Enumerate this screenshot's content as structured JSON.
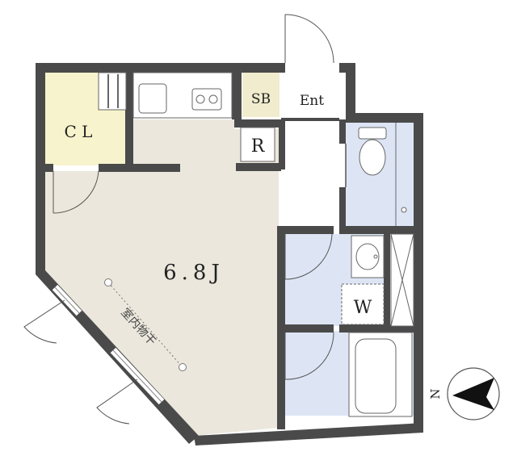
{
  "plan": {
    "main_room_label": "6.8J",
    "closet_label": "C L",
    "shoe_box_label": "SB",
    "entrance_label": "Ent",
    "refrigerator_label": "R",
    "washer_label": "W",
    "ceiling_note": "室内物干",
    "compass_label": "N"
  },
  "colors": {
    "wall": "#4a4a4a",
    "main_floor": "#ebe7dc",
    "closet_floor": "#f7f3cc",
    "wet_area_floor": "#dde5f5",
    "shoe_box_floor": "#f0eccd"
  }
}
